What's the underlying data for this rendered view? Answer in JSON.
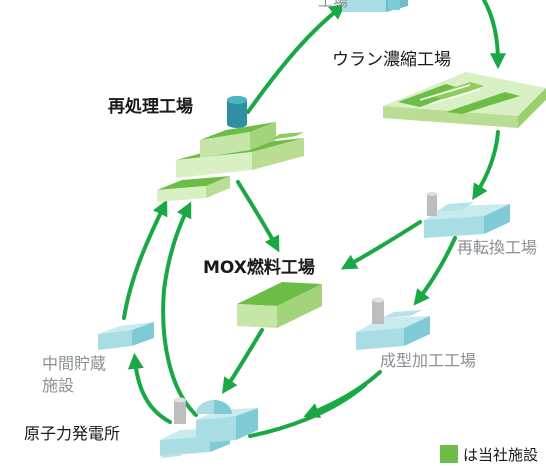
{
  "facilities": {
    "top_partial": "工場",
    "uranium_enrichment": "ウラン濃縮工場",
    "reprocessing": "再処理工場",
    "reconversion": "再転換工場",
    "mox_fuel": "MOX燃料工場",
    "fuel_fabrication": "成型加工工場",
    "interim_storage_line1": "中間貯蔵",
    "interim_storage_line2": "施設",
    "nuclear_power_plant": "原子力発電所"
  },
  "legend": {
    "text": "は当社施設",
    "swatch_color": "#6cbd45"
  },
  "colors": {
    "company_facility": "#6cbd45",
    "other_facility": "#a8dde3",
    "arrow": "#1aa845"
  }
}
